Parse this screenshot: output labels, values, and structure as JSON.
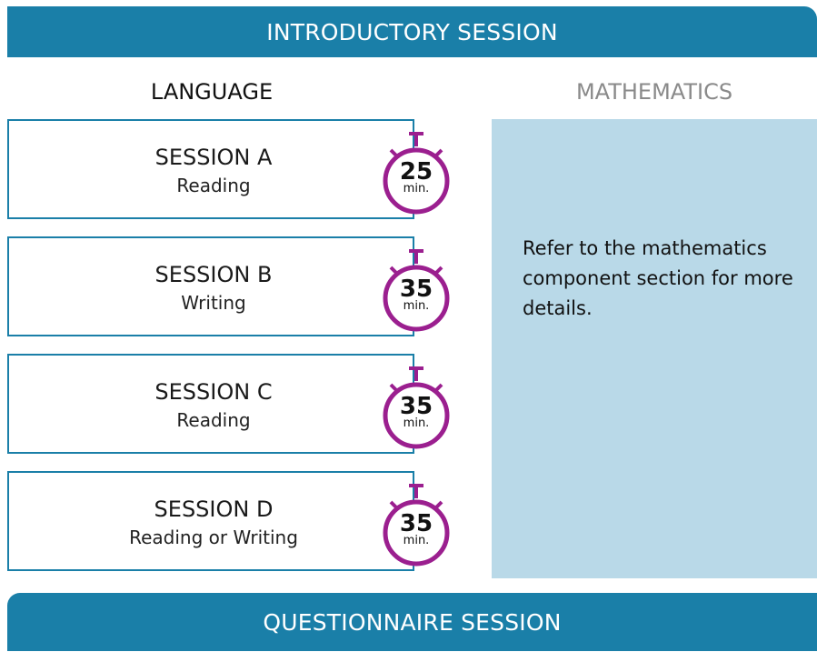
{
  "header": {
    "title": "INTRODUCTORY SESSION"
  },
  "columns": {
    "language_label": "LANGUAGE",
    "mathematics_label": "MATHEMATICS"
  },
  "sessions": [
    {
      "name": "SESSION A",
      "subject": "Reading",
      "minutes": "25",
      "unit": "min."
    },
    {
      "name": "SESSION B",
      "subject": "Writing",
      "minutes": "35",
      "unit": "min."
    },
    {
      "name": "SESSION C",
      "subject": "Reading",
      "minutes": "35",
      "unit": "min."
    },
    {
      "name": "SESSION D",
      "subject": "Reading or Writing",
      "minutes": "35",
      "unit": "min."
    }
  ],
  "mathematics": {
    "note": "Refer to the mathematics component section for more details."
  },
  "footer": {
    "title": "QUESTIONNAIRE SESSION"
  },
  "colors": {
    "banner": "#1a7fa8",
    "session_border": "#1a7fa8",
    "timer": "#9b1f8f",
    "math_panel": "#b9d9e8"
  }
}
